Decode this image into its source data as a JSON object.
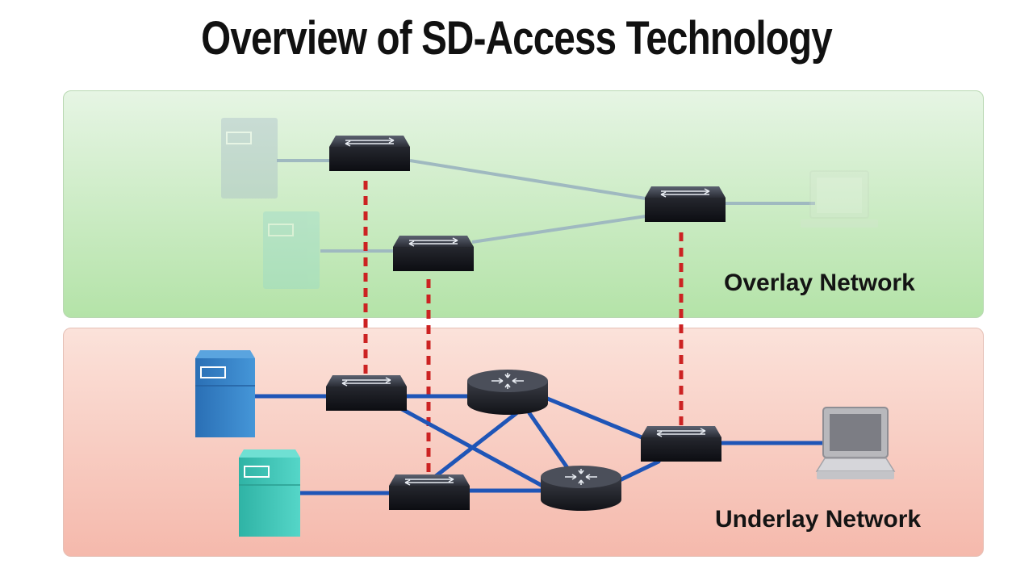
{
  "title": "Overview of SD-Access Technology",
  "overlay": {
    "label": "Overlay Network",
    "background_top": "#e6f5e4",
    "background_bottom": "#b4e3a8"
  },
  "underlay": {
    "label": "Underlay Network",
    "background_top": "#fbe2da",
    "background_bottom": "#f5b9ac"
  },
  "colors": {
    "underlay_link": "#1f55b7",
    "overlay_link": "#9fb9c0",
    "mapping_line": "#cc2222",
    "device_dark": "#1c1c24",
    "server_blue": "#2f7cc2",
    "server_teal": "#3cc3b5"
  },
  "devices": {
    "overlay": [
      "server-icon",
      "switch-icon",
      "switch-icon",
      "switch-icon",
      "laptop-icon"
    ],
    "underlay": [
      "server-icon",
      "switch-icon",
      "router-icon",
      "router-icon",
      "switch-icon",
      "switch-icon",
      "laptop-icon"
    ]
  }
}
